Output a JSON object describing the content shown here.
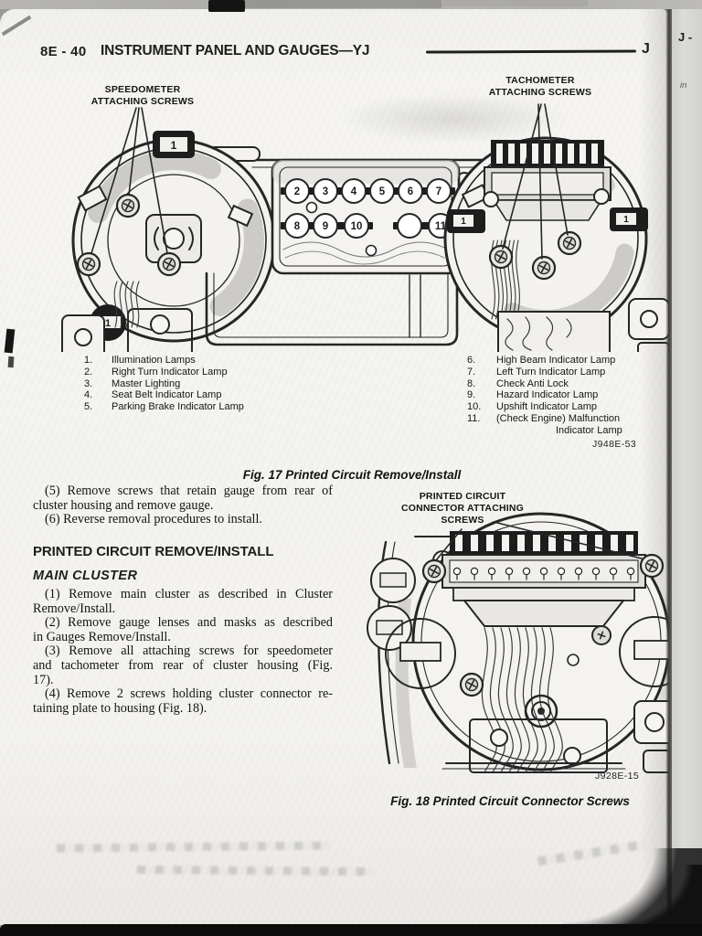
{
  "header": {
    "page_code": "8E - 40",
    "title": "INSTRUMENT PANEL AND GAUGES—YJ",
    "tab": "J"
  },
  "next_page": {
    "tab": "J -",
    "fragment": "in"
  },
  "fig17": {
    "speedo_label_1": "SPEEDOMETER",
    "speedo_label_2": "ATTACHING SCREWS",
    "tach_label_1": "TACHOMETER",
    "tach_label_2": "ATTACHING SCREWS",
    "socket_one": "1",
    "sockets_row1": [
      "2",
      "3",
      "4",
      "5",
      "6",
      "7"
    ],
    "sockets_row2": [
      "8",
      "9",
      "10",
      "",
      "11"
    ],
    "legend_left": [
      {
        "n": "1.",
        "t": "Illumination Lamps"
      },
      {
        "n": "2.",
        "t": "Right Turn Indicator Lamp"
      },
      {
        "n": "3.",
        "t": "Master Lighting"
      },
      {
        "n": "4.",
        "t": "Seat Belt Indicator Lamp"
      },
      {
        "n": "5.",
        "t": "Parking Brake Indicator Lamp"
      }
    ],
    "legend_right": [
      {
        "n": "6.",
        "t": "High Beam Indicator Lamp"
      },
      {
        "n": "7.",
        "t": "Left Turn Indicator Lamp"
      },
      {
        "n": "8.",
        "t": "Check Anti Lock"
      },
      {
        "n": "9.",
        "t": "Hazard Indicator Lamp"
      },
      {
        "n": "10.",
        "t": "Upshift Indicator Lamp"
      },
      {
        "n": "11.",
        "t": "(Check Engine) Malfunction",
        "t2": "Indicator Lamp"
      }
    ],
    "code": "J948E-53",
    "caption": "Fig. 17 Printed Circuit Remove/Install"
  },
  "body": {
    "para5_lines": [
      "(5) Remove screws that retain gauge from rear of",
      "cluster housing and remove gauge."
    ],
    "para6_lines": [
      "(6) Reverse removal procedures to install."
    ],
    "heading": "PRINTED CIRCUIT REMOVE/INSTALL",
    "subheading": "MAIN CLUSTER",
    "para1_lines": [
      "(1) Remove main cluster as described in Cluster",
      "Remove/Install."
    ],
    "para2_lines": [
      "(2) Remove gauge lenses and masks as described",
      "in Gauges Remove/Install."
    ],
    "para3_lines": [
      "(3) Remove all attaching screws for speedometer",
      "and tachometer from rear of cluster housing (Fig.",
      "17)."
    ],
    "para4_lines": [
      "(4) Remove 2 screws holding cluster connector re-",
      "taining plate to housing (Fig. 18)."
    ]
  },
  "fig18": {
    "label_1": "PRINTED CIRCUIT",
    "label_2": "CONNECTOR ATTACHING",
    "label_3": "SCREWS",
    "code": "J928E-15",
    "caption": "Fig. 18 Printed Circuit Connector Screws"
  },
  "colors": {
    "ink": "#1d1d1d",
    "paper": "#f4f3f0",
    "shade": "#cccbc8"
  }
}
